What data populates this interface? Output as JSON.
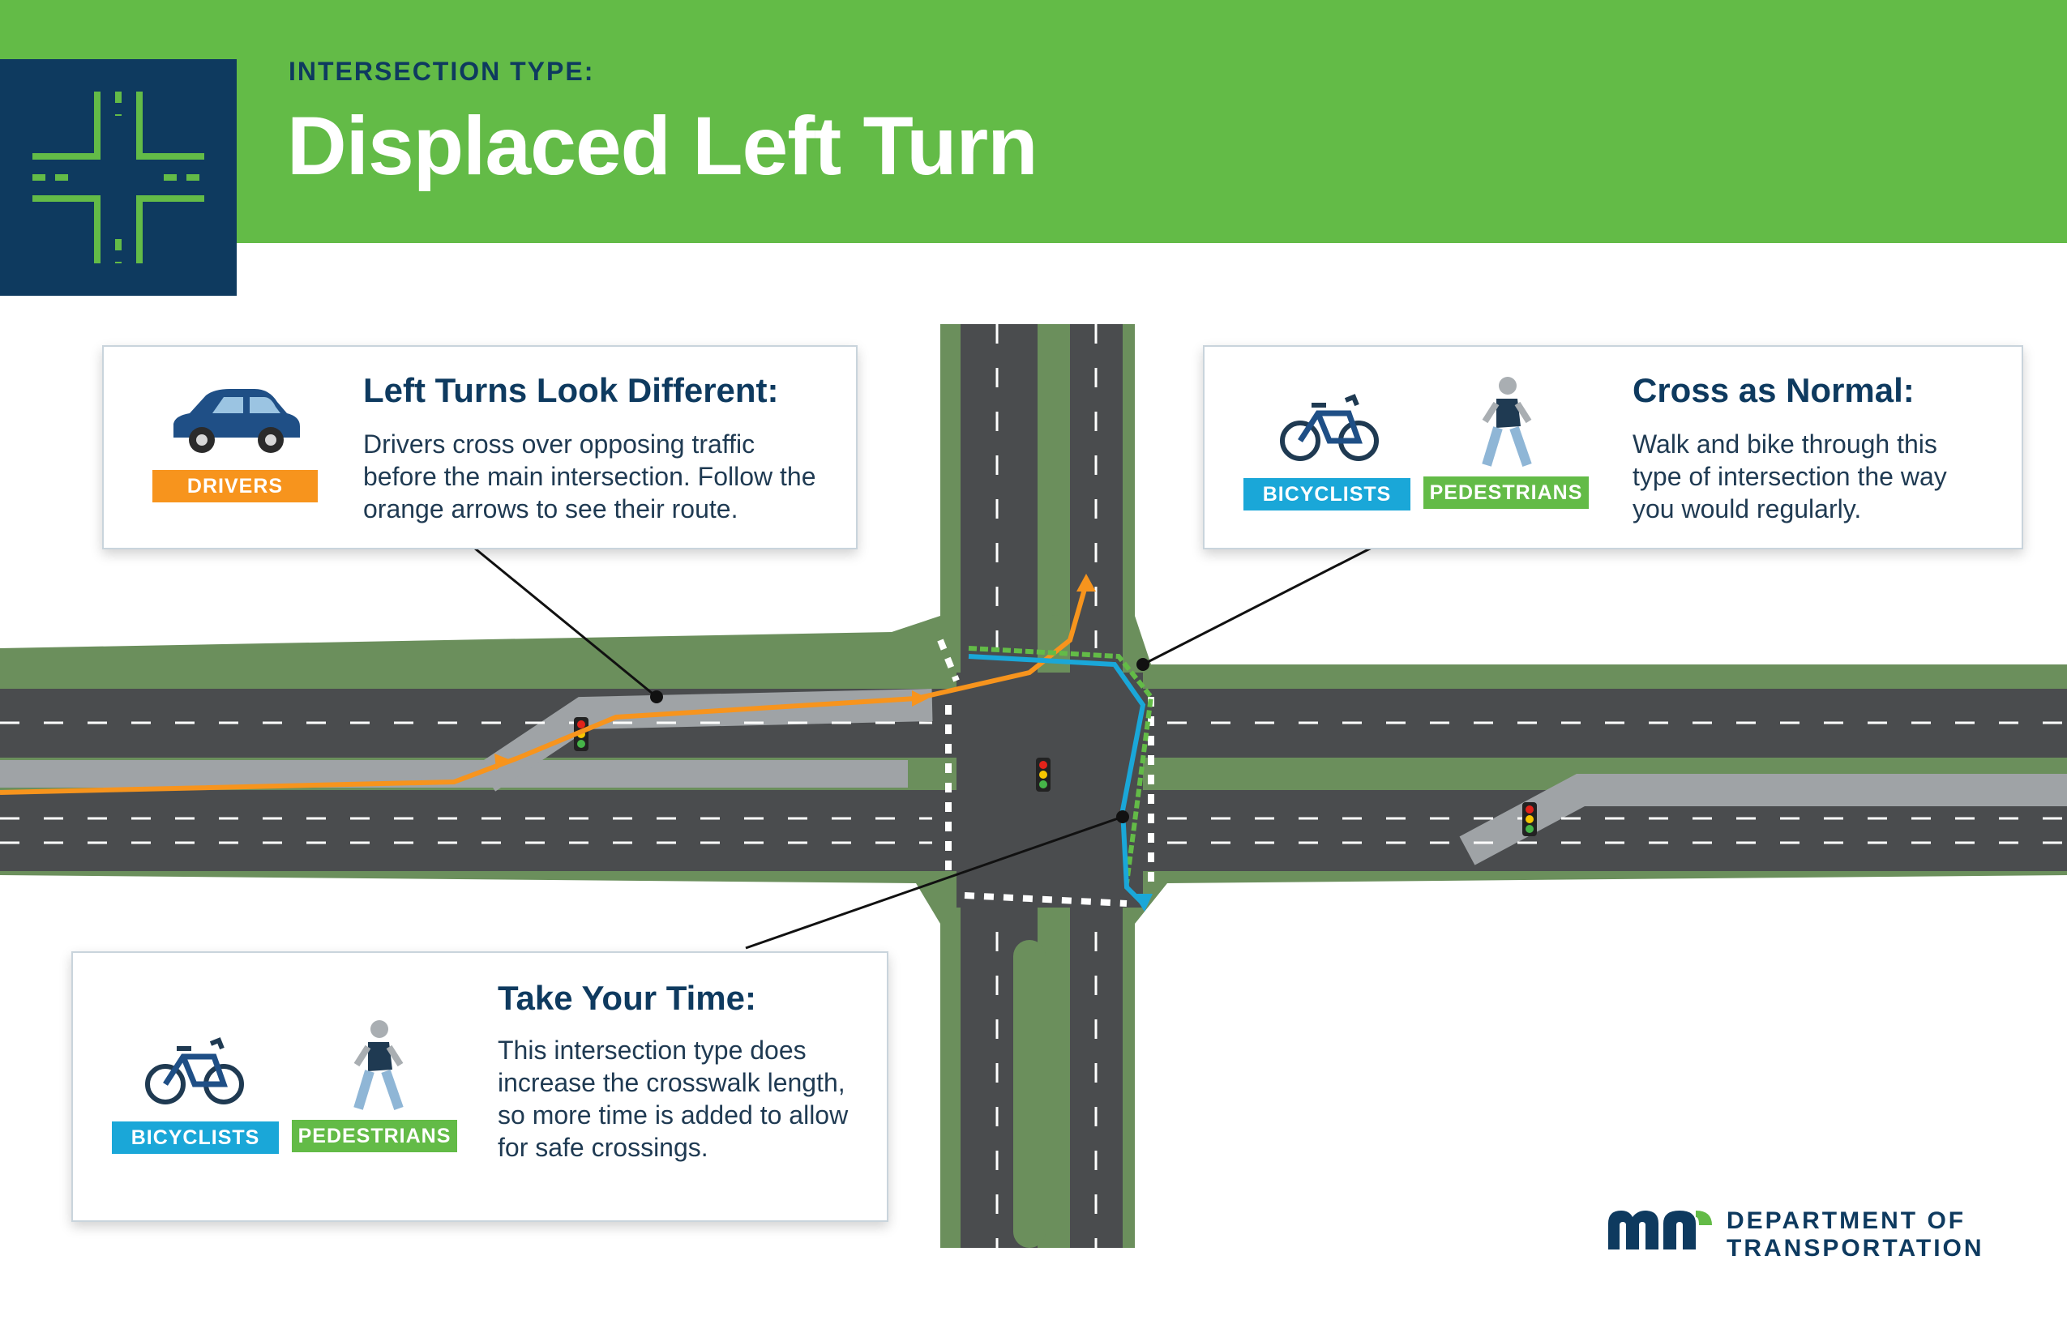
{
  "header": {
    "eyebrow": "INTERSECTION TYPE:",
    "title": "Displaced Left Turn"
  },
  "cards": {
    "drivers": {
      "title": "Left Turns Look Different:",
      "body": "Drivers cross over opposing traffic before the main intersection. Follow the orange arrows to see their route.",
      "tag": "DRIVERS"
    },
    "cross": {
      "title": "Cross as Normal:",
      "body": "Walk and bike through this type of intersection the way you would regularly.",
      "tags": [
        "BICYCLISTS",
        "PEDESTRIANS"
      ]
    },
    "time": {
      "title": "Take Your Time:",
      "body": "This intersection type does increase the crosswalk length, so more time is added to allow for safe crossings.",
      "tags": [
        "BICYCLISTS",
        "PEDESTRIANS"
      ]
    }
  },
  "footer": {
    "line1": "DEPARTMENT OF",
    "line2": "TRANSPORTATION"
  },
  "colors": {
    "header_green": "#63bb47",
    "navy": "#0e3a5f",
    "driver_orange": "#f7941d",
    "bike_blue": "#1aa7d8",
    "ped_green": "#63bb47",
    "road": "#4a4c4e",
    "median": "#6b8f5c"
  },
  "icons": [
    "intersection-icon",
    "car-icon",
    "bicycle-icon",
    "pedestrian-icon",
    "traffic-signal-icon",
    "mn-logo-icon"
  ]
}
